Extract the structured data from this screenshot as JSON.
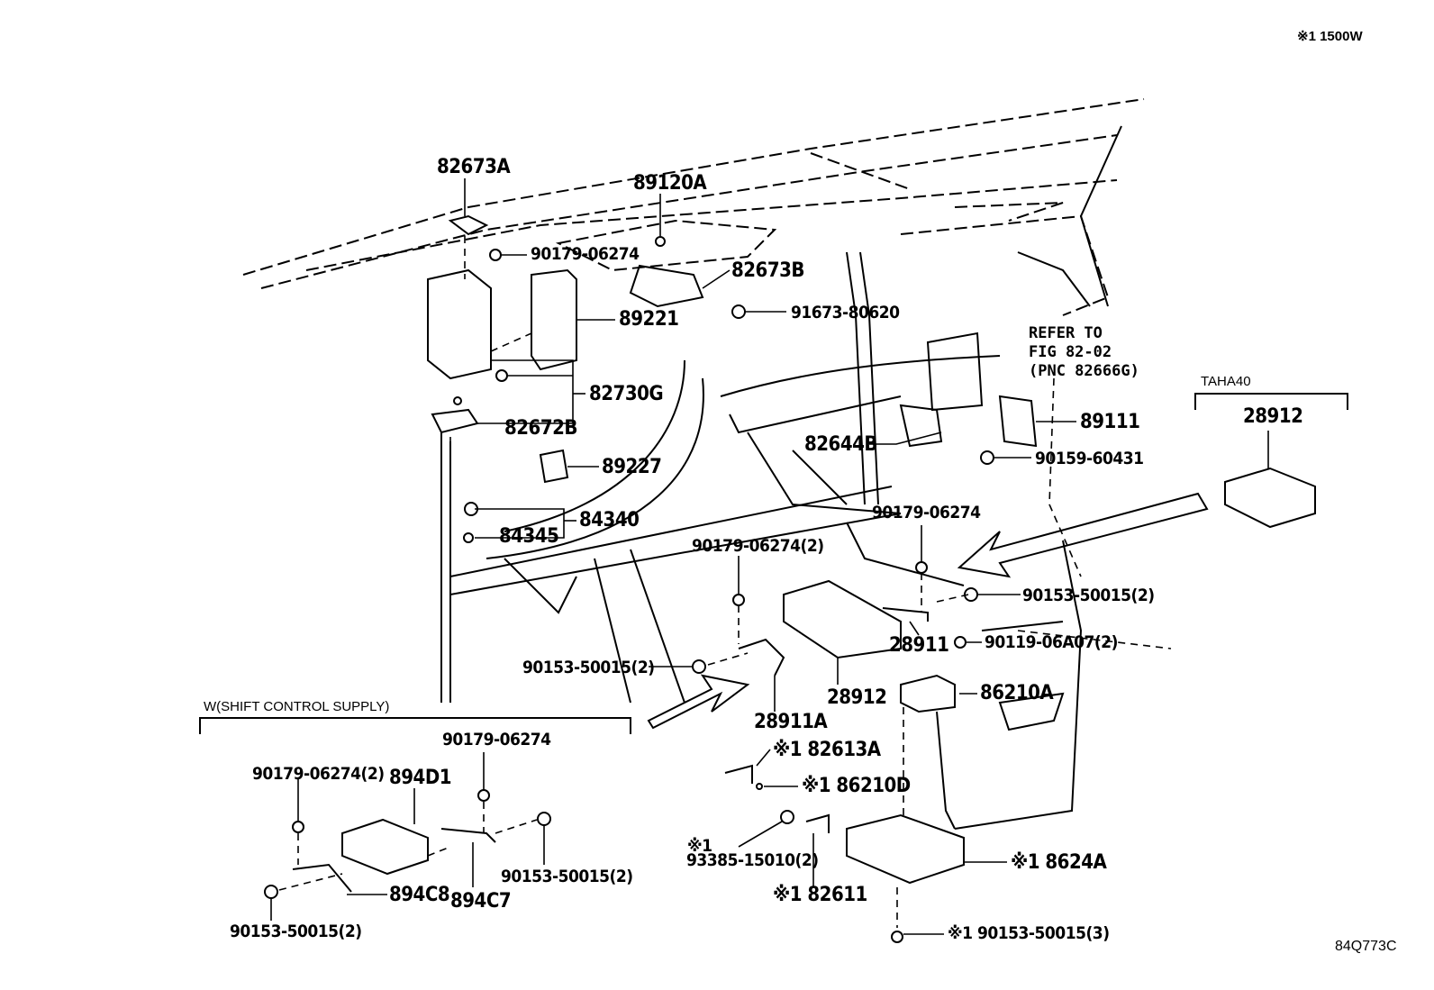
{
  "diagram": {
    "note_top_right": "※1 1500W",
    "illustration_code": "84Q773C",
    "groups": {
      "taha40": {
        "title": "TAHA40",
        "part": "28912"
      },
      "shift_control": {
        "title": "W(SHIFT CONTROL SUPPLY)"
      }
    },
    "refer_to": {
      "line1": "REFER TO",
      "line2": "FIG 82-02",
      "line3": "(PNC 82666G)"
    },
    "callouts": {
      "p82673A": "82673A",
      "p89120A": "89120A",
      "p90179_06274_top": "90179-06274",
      "p82673B": "82673B",
      "p91673_80620": "91673-80620",
      "p89221": "89221",
      "p82730G": "82730G",
      "p82672B": "82672B",
      "p89227": "89227",
      "p84340": "84340",
      "p84345": "84345",
      "p82644B": "82644B",
      "p89111": "89111",
      "p90159_60431": "90159-60431",
      "p90179_06274_mid": "90179-06274",
      "p90179_06274_2_mid": "90179-06274(2)",
      "p90153_50015_2_right": "90153-50015(2)",
      "p28911": "28911",
      "p90119_06A07_2": "90119-06A07(2)",
      "p90153_50015_2_left": "90153-50015(2)",
      "p28912": "28912",
      "p86210A": "86210A",
      "p28911A": "28911A",
      "p82613A": "※1 82613A",
      "p86210D": "※1 86210D",
      "p93385_prefix": "※1",
      "p93385": "93385-15010(2)",
      "p82611": "※1 82611",
      "p8624A": "※1 8624A",
      "p90153_50015_3": "※1 90153-50015(3)",
      "w_90179_06274": "90179-06274",
      "w_90179_06274_2": "90179-06274(2)",
      "w_894D1": "894D1",
      "w_90153_50015_2_right": "90153-50015(2)",
      "w_894C8": "894C8",
      "w_894C7": "894C7",
      "w_90153_50015_2_left": "90153-50015(2)"
    }
  }
}
